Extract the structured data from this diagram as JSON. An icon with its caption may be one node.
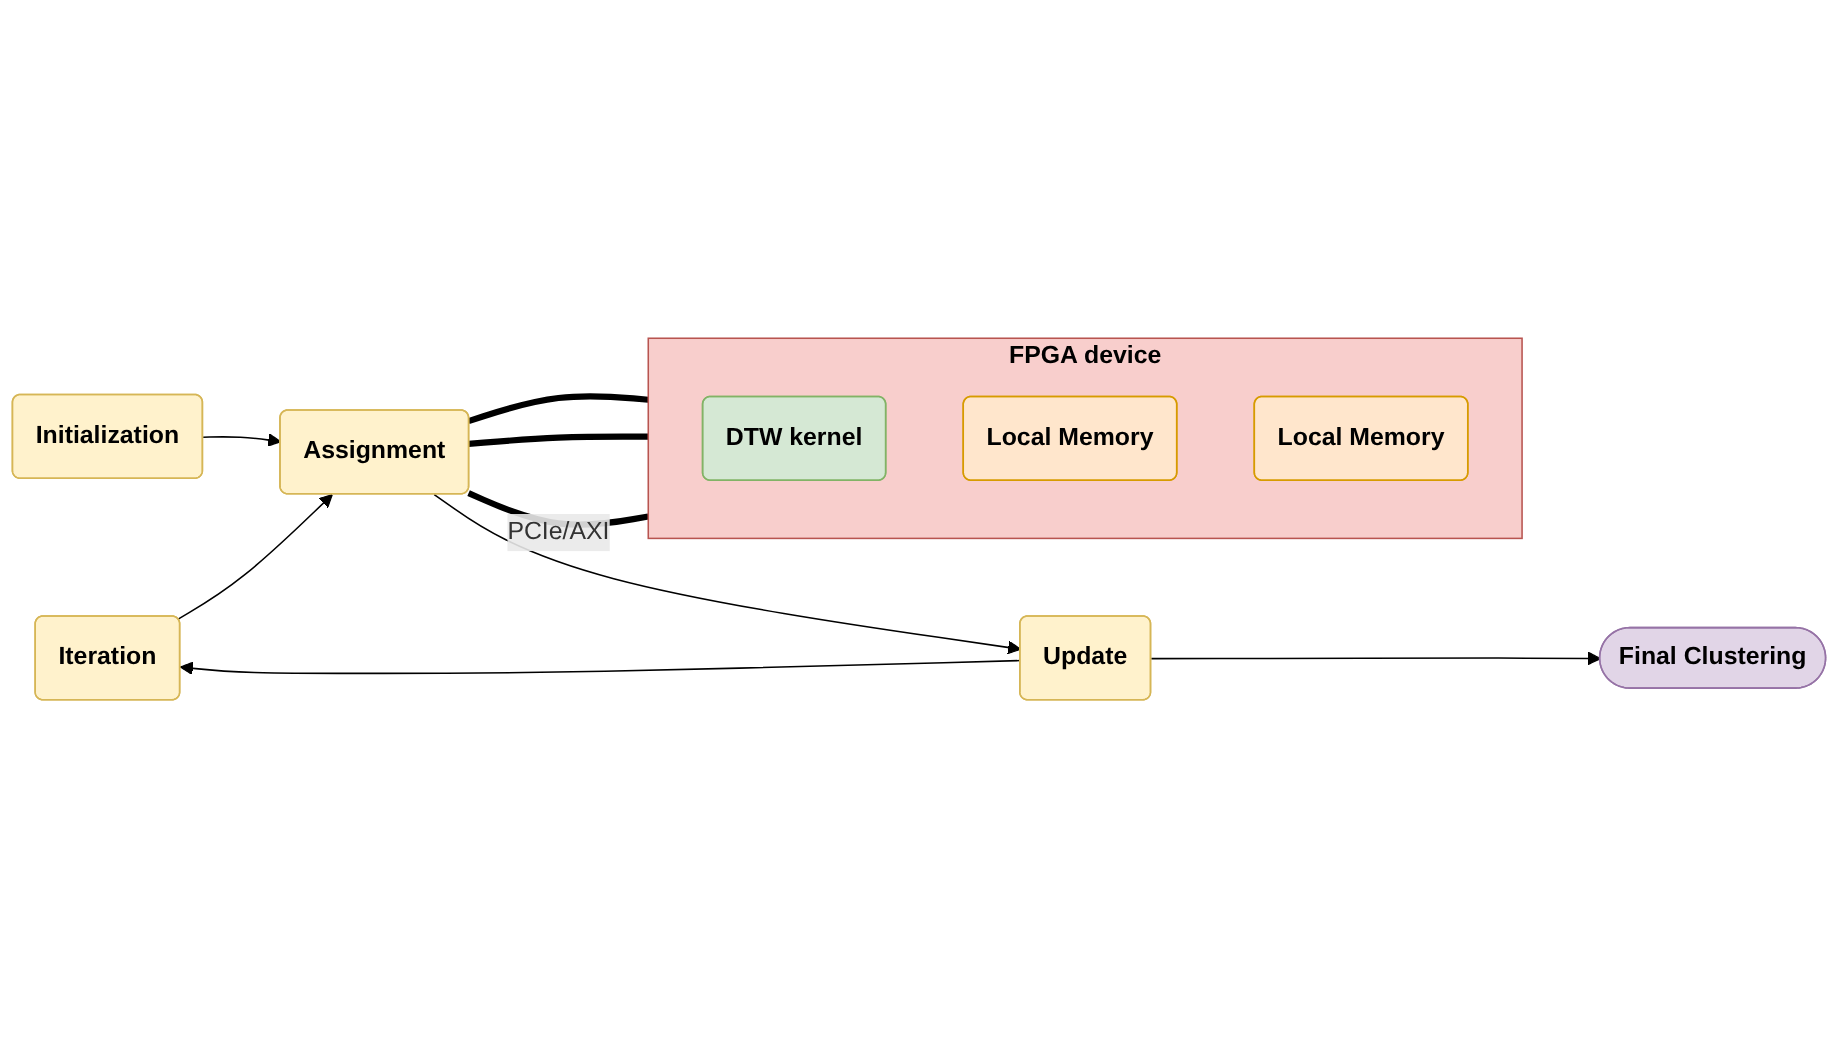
{
  "diagram": {
    "nodes": [
      {
        "text": [
          "Iteration"
        ]
      },
      {
        "text": [
          "Initialization"
        ]
      },
      {
        "text": [
          "Assignment"
        ]
      },
      {
        "text": [
          "Update"
        ]
      },
      {
        "text": [
          "Final Clustering"
        ]
      },
      {
        "text": [
          "FPGA device"
        ]
      },
      {
        "text": [
          "DTW kernel"
        ],
        "in": 5
      },
      {
        "text": [
          "Local Memory"
        ],
        "in": 5
      },
      {
        "text": [
          "Local Memory"
        ],
        "in": 5
      }
    ],
    "edges": [
      {
        "from": 1,
        "to": 2,
        "arrow": "to"
      },
      {
        "from": 2,
        "to": 3,
        "arrow": "to"
      },
      {
        "from": 3,
        "to": 0,
        "arrow": "to"
      },
      {
        "from": 0,
        "to": 2,
        "arrow": "to"
      },
      {
        "from": 3,
        "to": 4,
        "arrow": "to"
      },
      {
        "from": 2,
        "to": 5,
        "arrow": "none",
        "style": "thick"
      },
      {
        "from": 2,
        "to": 5,
        "arrow": "none",
        "style": "thick"
      },
      {
        "from": 2,
        "to": 5,
        "arrow": "none",
        "style": "thick",
        "label": "PCIe/AXI"
      }
    ]
  }
}
